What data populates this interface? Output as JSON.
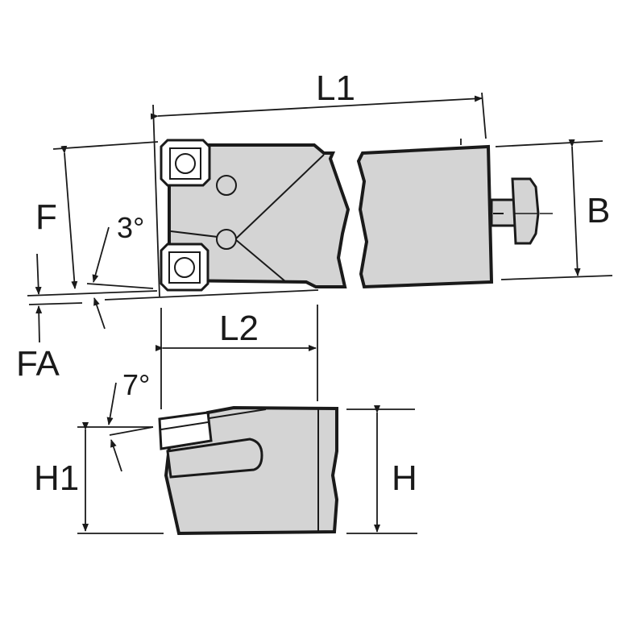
{
  "title": "Tool holder dimension drawing",
  "colors": {
    "fill": "#d4d4d4",
    "stroke": "#1a1a1a",
    "background": "#ffffff"
  },
  "labels": {
    "L1": "L1",
    "L2": "L2",
    "B": "B",
    "F": "F",
    "FA": "FA",
    "H": "H",
    "H1": "H1",
    "angle_top": "3°",
    "angle_side": "7°"
  }
}
